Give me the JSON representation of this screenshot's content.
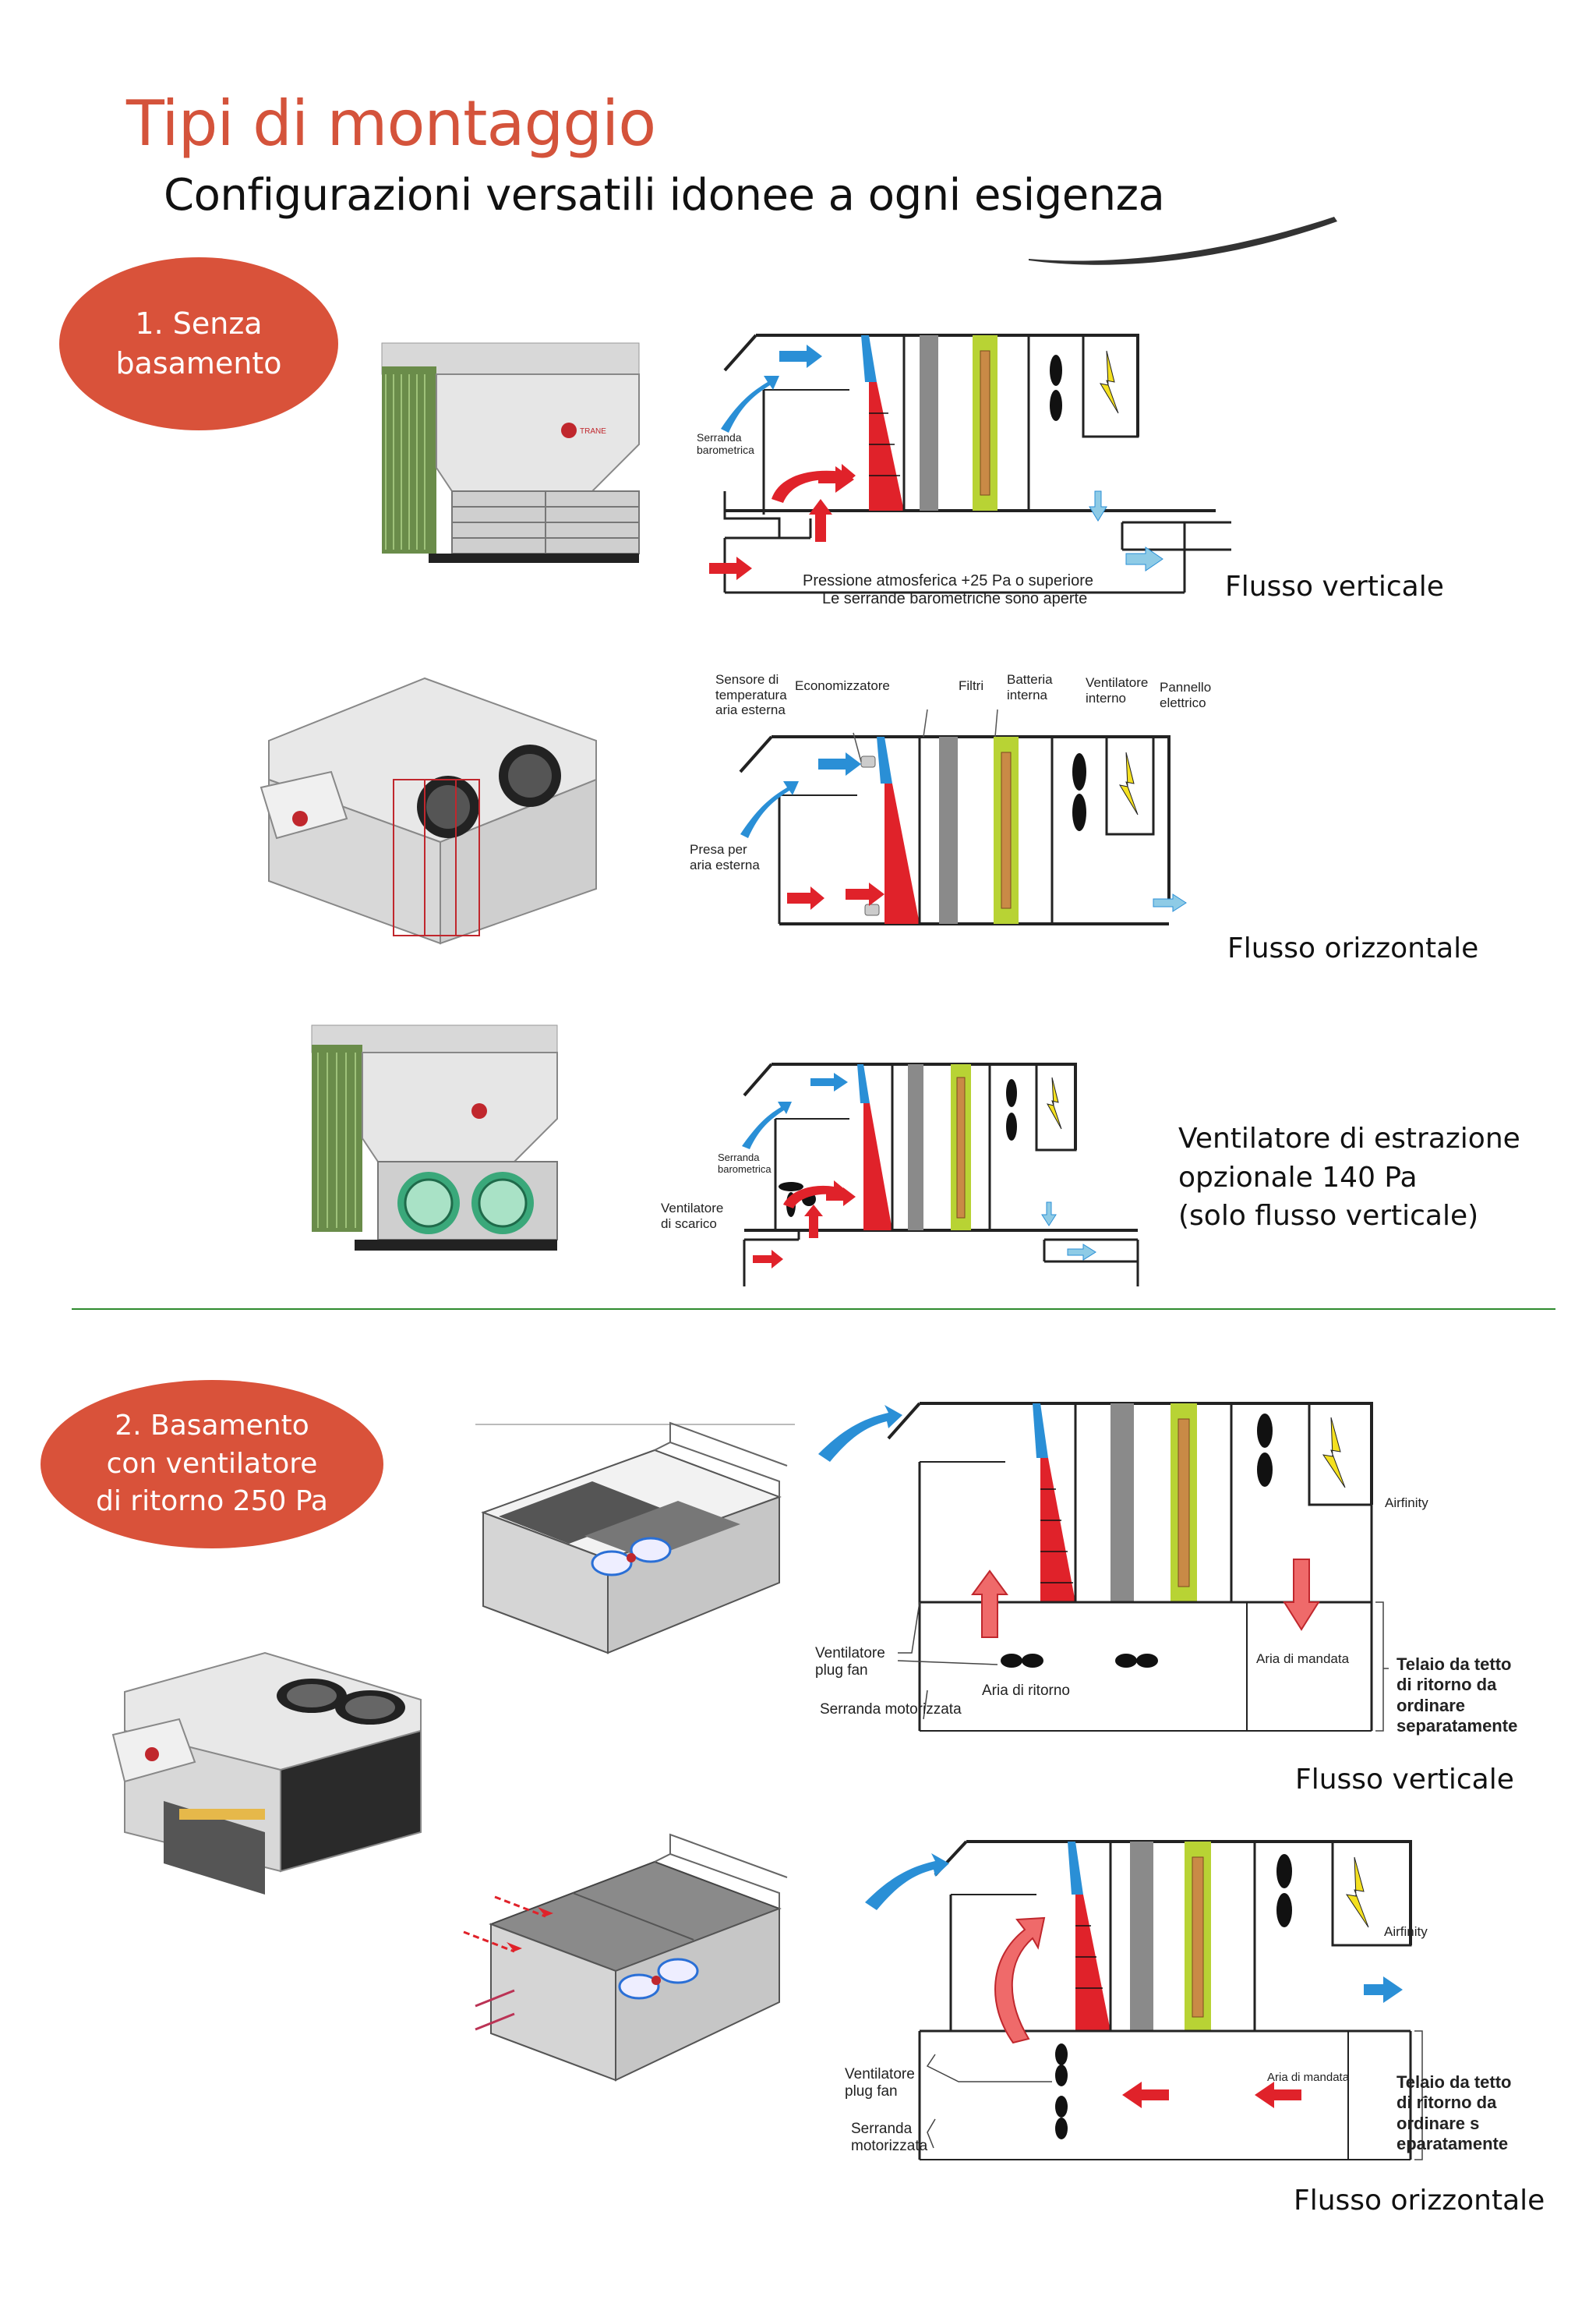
{
  "header": {
    "title": "Tipi di montaggio",
    "subtitle": "Configurazioni versatili idonee a ogni esigenza"
  },
  "section1": {
    "badge": "1. Senza\nbasamento",
    "diagram1": {
      "label_damper": "Serranda\nbarometrica",
      "note_line1": "Pressione atmosferica +25 Pa o superiore",
      "note_line2": "Le serrande barometriche sono aperte",
      "caption": "Flusso verticale"
    },
    "diagram2": {
      "label_sensor": "Sensore di\ntemperatura\naria esterna",
      "label_economizer": "Economizzatore",
      "label_filters": "Filtri",
      "label_coil": "Batteria\ninterna",
      "label_fan": "Ventilatore\ninterno",
      "label_panel": "Pannello\nelettrico",
      "label_intake": "Presa per\naria esterna",
      "caption": "Flusso orizzontale"
    },
    "diagram3": {
      "label_damper": "Serranda\nbarometrica",
      "label_exhaust": "Ventilatore\ndi scarico",
      "caption": "Ventilatore di estrazione\nopzionale 140 Pa\n(solo flusso verticale)"
    },
    "logo_text": "TRANE"
  },
  "section2": {
    "badge": "2. Basamento\ncon ventilatore\ndi ritorno 250 Pa",
    "diagram1": {
      "label_brand": "Airfinity",
      "label_supply": "Aria di mandata",
      "label_plugfan": "Ventilatore\nplug fan",
      "label_return": "Aria di ritorno",
      "label_damper": "Serranda motorizzata",
      "label_frame": "Telaio da tetto\ndi ritorno da\nordinare\nseparatamente",
      "caption": "Flusso verticale"
    },
    "diagram2": {
      "label_brand": "Airfinity",
      "label_supply": "Aria di mandata",
      "label_plugfan": "Ventilatore\nplug fan",
      "label_damper": "Serranda\nmotorizzata",
      "label_frame": "Telaio da tetto\ndi ritorno da\nordinare s\neparatamente",
      "caption": "Flusso orizzontale"
    }
  },
  "colors": {
    "accent": "#d9523a",
    "divider": "#2e8b2e",
    "coil_green": "#b8d334",
    "filter_gray": "#8a8a8a",
    "arrow_blue": "#2a8fd6",
    "arrow_red": "#e0222a",
    "light_blue": "#8ecbe6"
  }
}
